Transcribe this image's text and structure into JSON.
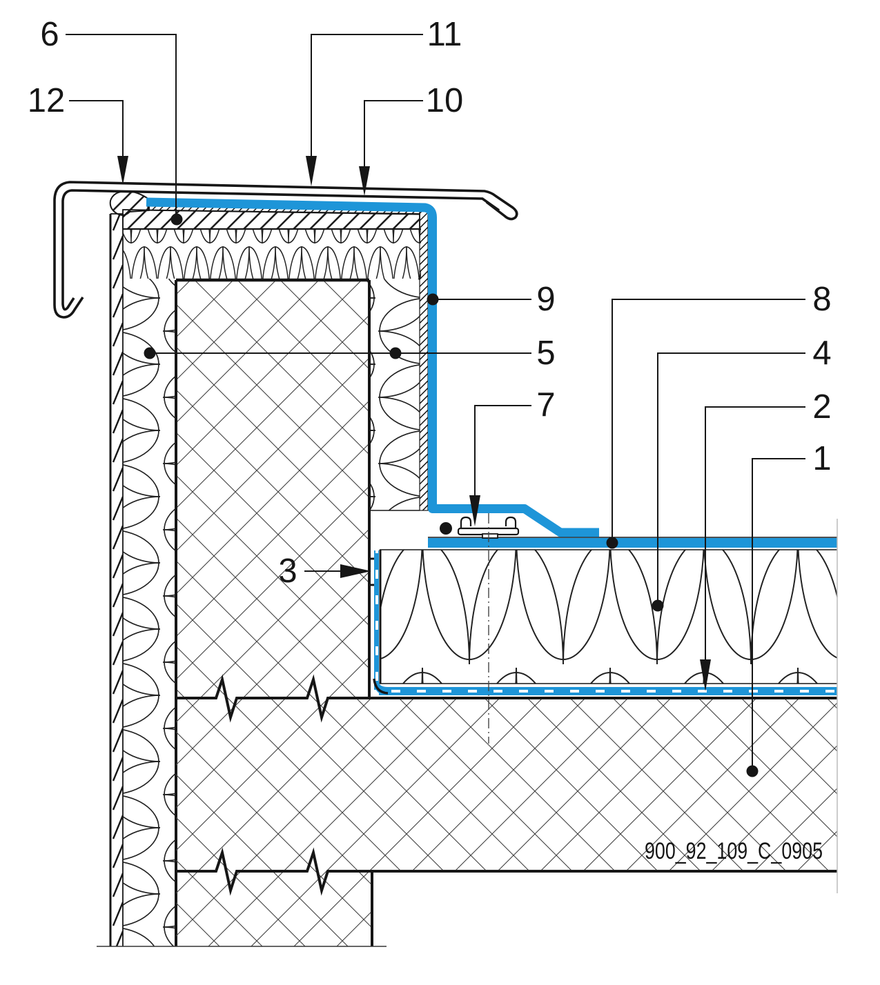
{
  "drawing": {
    "number": "900_92_109_C_0905"
  },
  "colors": {
    "membrane": "#1E95D8",
    "line": "#161616",
    "background": "#FFFFFF",
    "cut_edge": "#BBBBBB"
  },
  "callouts": {
    "c1": {
      "label": "1"
    },
    "c2": {
      "label": "2"
    },
    "c3": {
      "label": "3"
    },
    "c4": {
      "label": "4"
    },
    "c5": {
      "label": "5"
    },
    "c6": {
      "label": "6"
    },
    "c7": {
      "label": "7"
    },
    "c8": {
      "label": "8"
    },
    "c9": {
      "label": "9"
    },
    "c10": {
      "label": "10"
    },
    "c11": {
      "label": "11"
    },
    "c12": {
      "label": "12"
    }
  }
}
